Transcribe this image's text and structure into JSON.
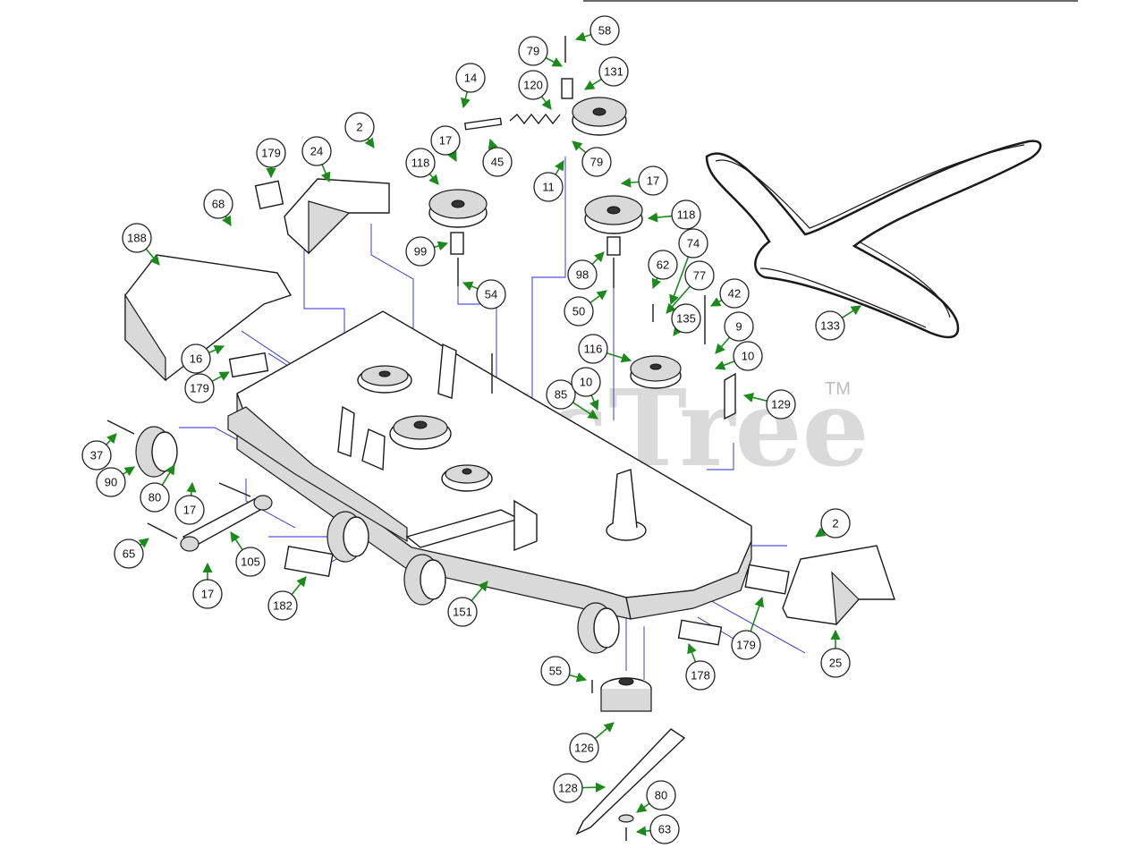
{
  "watermark": {
    "text": "PartsTree",
    "trademark": "TM"
  },
  "colors": {
    "arrow": "#1a8a1a",
    "guide_line": "#2a2ad0",
    "outline": "#1a1a1a",
    "watermark": "#bdbdbd"
  },
  "callouts": [
    {
      "id": "c58",
      "label": "58"
    },
    {
      "id": "c79a",
      "label": "79"
    },
    {
      "id": "c131",
      "label": "131"
    },
    {
      "id": "c14",
      "label": "14"
    },
    {
      "id": "c120",
      "label": "120"
    },
    {
      "id": "c2a",
      "label": "2"
    },
    {
      "id": "c179a",
      "label": "179"
    },
    {
      "id": "c24",
      "label": "24"
    },
    {
      "id": "c17a",
      "label": "17"
    },
    {
      "id": "c118a",
      "label": "118"
    },
    {
      "id": "c45",
      "label": "45"
    },
    {
      "id": "c79b",
      "label": "79"
    },
    {
      "id": "c11",
      "label": "11"
    },
    {
      "id": "c17b",
      "label": "17"
    },
    {
      "id": "c68",
      "label": "68"
    },
    {
      "id": "c118b",
      "label": "118"
    },
    {
      "id": "c188",
      "label": "188"
    },
    {
      "id": "c99",
      "label": "99"
    },
    {
      "id": "c74",
      "label": "74"
    },
    {
      "id": "c62",
      "label": "62"
    },
    {
      "id": "c98",
      "label": "98"
    },
    {
      "id": "c54",
      "label": "54"
    },
    {
      "id": "c77",
      "label": "77"
    },
    {
      "id": "c42",
      "label": "42"
    },
    {
      "id": "c50",
      "label": "50"
    },
    {
      "id": "c135",
      "label": "135"
    },
    {
      "id": "c133",
      "label": "133"
    },
    {
      "id": "c9",
      "label": "9"
    },
    {
      "id": "c116",
      "label": "116"
    },
    {
      "id": "c10a",
      "label": "10"
    },
    {
      "id": "c16",
      "label": "16"
    },
    {
      "id": "c179b",
      "label": "179"
    },
    {
      "id": "c85",
      "label": "85"
    },
    {
      "id": "c10b",
      "label": "10"
    },
    {
      "id": "c129",
      "label": "129"
    },
    {
      "id": "c37",
      "label": "37"
    },
    {
      "id": "c90",
      "label": "90"
    },
    {
      "id": "c80a",
      "label": "80"
    },
    {
      "id": "c17c",
      "label": "17"
    },
    {
      "id": "c2b",
      "label": "2"
    },
    {
      "id": "c65",
      "label": "65"
    },
    {
      "id": "c105",
      "label": "105"
    },
    {
      "id": "c17d",
      "label": "17"
    },
    {
      "id": "c182",
      "label": "182"
    },
    {
      "id": "c151",
      "label": "151"
    },
    {
      "id": "c179c",
      "label": "179"
    },
    {
      "id": "c25",
      "label": "25"
    },
    {
      "id": "c55",
      "label": "55"
    },
    {
      "id": "c178",
      "label": "178"
    },
    {
      "id": "c126",
      "label": "126"
    },
    {
      "id": "c128",
      "label": "128"
    },
    {
      "id": "c80b",
      "label": "80"
    },
    {
      "id": "c63",
      "label": "63"
    }
  ]
}
